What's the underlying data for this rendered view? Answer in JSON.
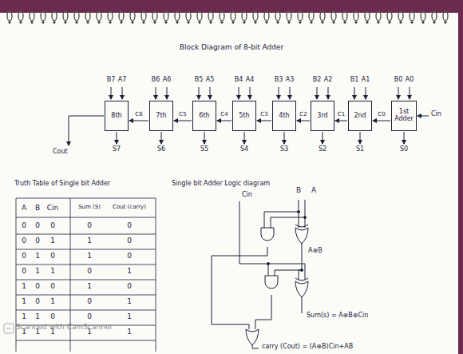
{
  "diagram": {
    "title": "Block Diagram of 8-bit Adder",
    "nodes": [
      {
        "text": [
          "8th"
        ]
      },
      {
        "text": [
          "7th"
        ]
      },
      {
        "text": [
          "6th"
        ]
      },
      {
        "text": [
          "5th"
        ]
      },
      {
        "text": [
          "4th"
        ]
      },
      {
        "text": [
          "3rd"
        ]
      },
      {
        "text": [
          "2nd"
        ]
      },
      {
        "text": [
          "1st Adder"
        ]
      }
    ],
    "edges": [
      {
        "from": 1,
        "to": 0,
        "arrow": "to",
        "label": "C6"
      },
      {
        "from": 2,
        "to": 1,
        "arrow": "to",
        "label": "C5"
      },
      {
        "from": 3,
        "to": 2,
        "arrow": "to",
        "label": "C4"
      },
      {
        "from": 4,
        "to": 3,
        "arrow": "to",
        "label": "C3"
      },
      {
        "from": 5,
        "to": 4,
        "arrow": "to",
        "label": "C2"
      },
      {
        "from": 6,
        "to": 5,
        "arrow": "to",
        "label": "C1"
      },
      {
        "from": 7,
        "to": 6,
        "arrow": "to",
        "label": "C0"
      }
    ],
    "labels": [
      "B7",
      "A7",
      "B6",
      "A6",
      "B5",
      "A5",
      "B4",
      "A4",
      "B3",
      "A3",
      "B2",
      "A2",
      "B1",
      "A1",
      "B0",
      "A0",
      "Cin",
      "Cout",
      "S7",
      "S6",
      "S5",
      "S4",
      "S3",
      "S2",
      "S1",
      "S0",
      "Truth Table of Single bit Adder",
      "Single bit Adder Logic diagram",
      "A",
      "B",
      "Cin",
      "Sum (S)",
      "Cout (carry)",
      "0",
      "0",
      "0",
      "0",
      "0",
      "0",
      "0",
      "1",
      "1",
      "0",
      "0",
      "1",
      "0",
      "1",
      "0",
      "0",
      "1",
      "1",
      "0",
      "1",
      "1",
      "0",
      "0",
      "1",
      "0",
      "1",
      "0",
      "1",
      "0",
      "1",
      "1",
      "1",
      "0",
      "0",
      "1",
      "1",
      "1",
      "1",
      "1",
      "1",
      "Cin",
      "B",
      "A",
      "A⊕B",
      "Sum(s) = A⊕B⊕Cin",
      "carry (Cout) = (A⊕B)Cin+AB",
      "Scanned with CamScanner"
    ]
  }
}
